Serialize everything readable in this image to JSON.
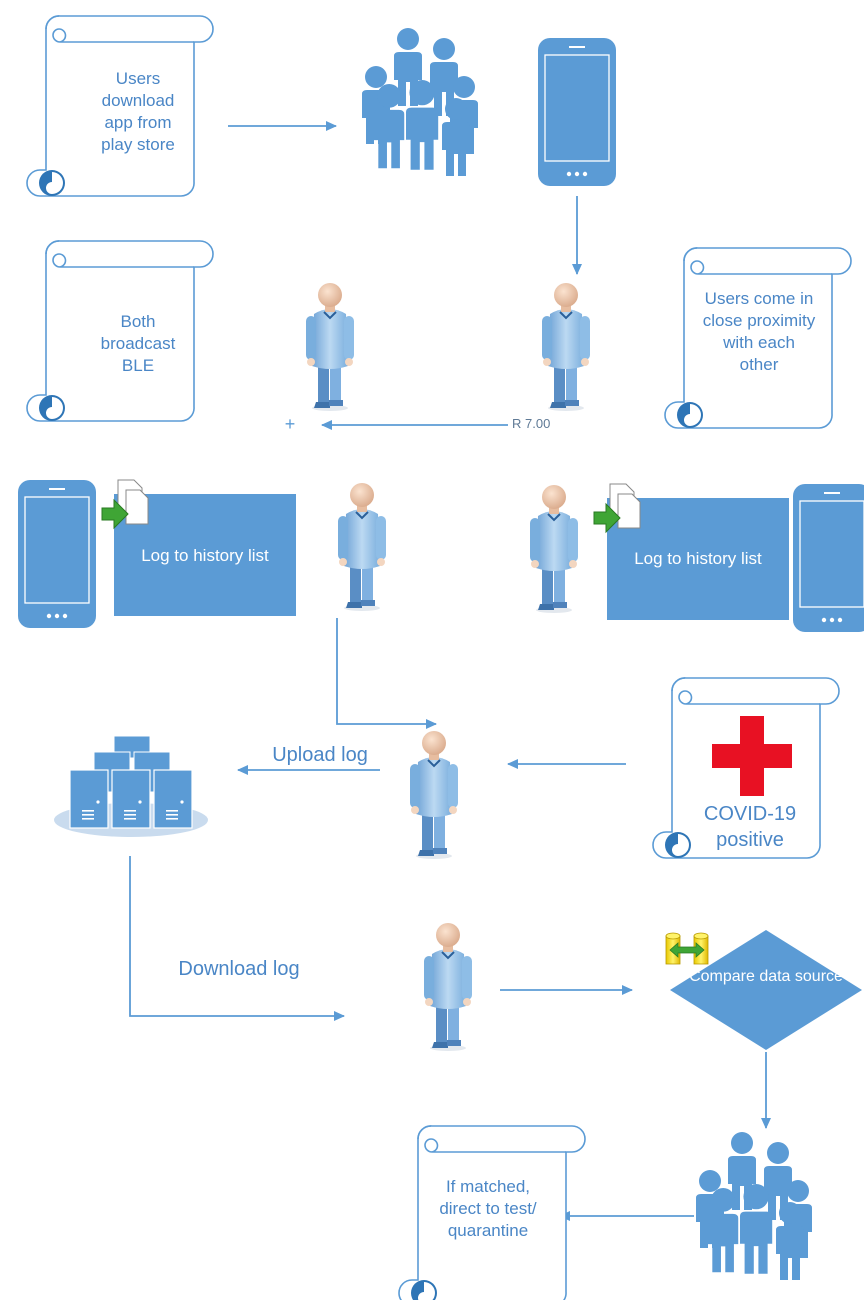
{
  "colors": {
    "primary": "#5b9bd5",
    "line": "#5b9bd5",
    "text": "#4a86c6",
    "cross": "#e81123",
    "person_body": "#9cc3e8",
    "person_head": "#f0c8a8"
  },
  "scrolls": {
    "download": "Users download app from play store",
    "broadcast": "Both broadcast BLE",
    "proximity": "Users come in close proximity with each other",
    "covid": "COVID-19 positive",
    "matched": "If matched, direct to test/ quarantine"
  },
  "boxes": {
    "log_left": "Log to history list",
    "log_right": "Log to history list"
  },
  "decision": {
    "label": "Compare data source"
  },
  "flow_labels": {
    "upload": "Upload log",
    "download": "Download log",
    "connector_price": "R 7.00",
    "plus": "+"
  },
  "icons": {
    "group": "users-group-icon",
    "phone": "smartphone-icon",
    "person": "person-icon",
    "server": "server-cluster-icon",
    "copy": "copy-document-icon",
    "database_compare": "database-compare-icon",
    "medical_cross": "medical-cross-icon"
  }
}
